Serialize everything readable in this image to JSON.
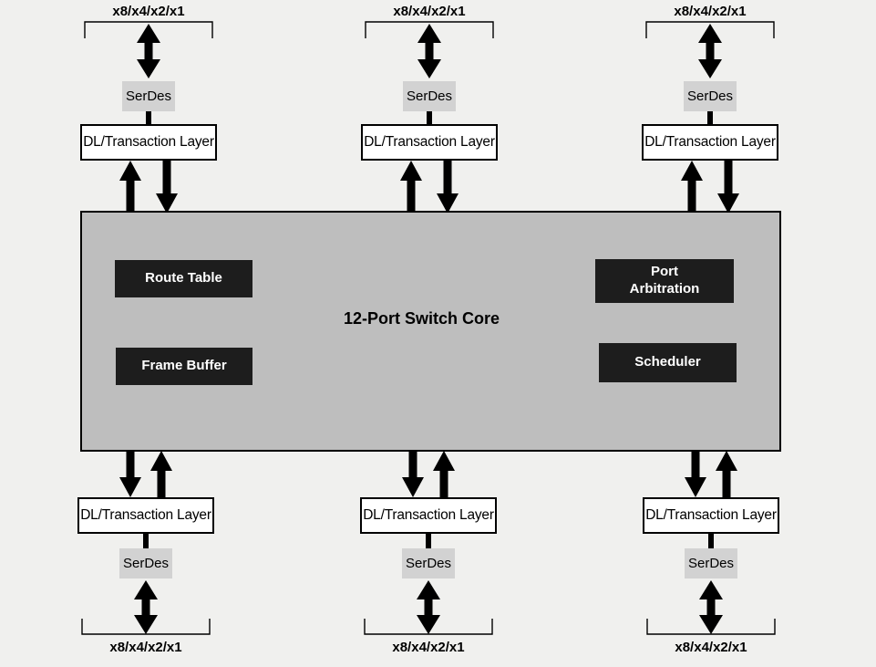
{
  "core": {
    "title": "12-Port Switch Core",
    "blocks": [
      {
        "label": "Route Table"
      },
      {
        "label": "Frame Buffer"
      },
      {
        "label": "Port Arbitration"
      },
      {
        "label": "Scheduler"
      }
    ]
  },
  "port": {
    "link_label": "x8/x4/x2/x1",
    "serdes_label": "SerDes",
    "dl_label": "DL/Transaction Layer"
  },
  "icons": {
    "bidirectional_arrow": "double-headed vertical arrow",
    "up_arrow": "upward arrow",
    "down_arrow": "downward arrow",
    "lane_bracket": "lane-width bracket"
  },
  "colors": {
    "background": "#f0f0ee",
    "core_fill": "#bebebe",
    "serdes_fill": "#d2d2d2",
    "block_fill": "#1d1d1d",
    "block_text": "#ffffff",
    "line": "#000000"
  }
}
